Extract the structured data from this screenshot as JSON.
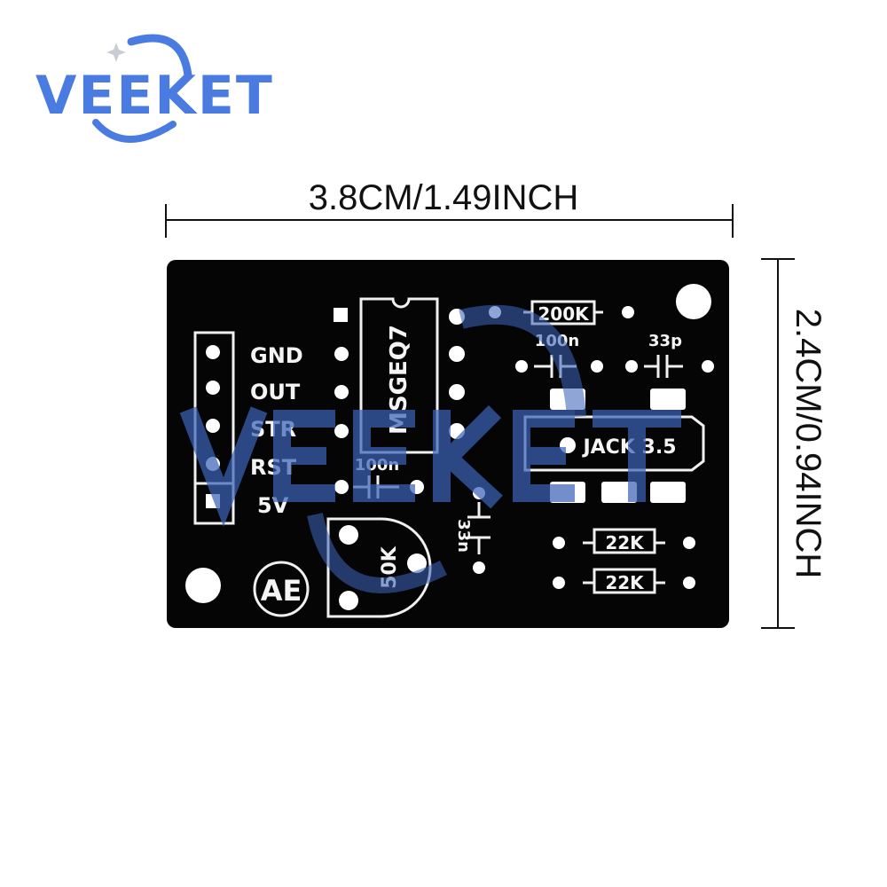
{
  "logo": {
    "text": "VEEKET",
    "color": "#4a7be0"
  },
  "dimensions": {
    "width_label": "3.8CM/1.49INCH",
    "height_label": "2.4CM/0.94INCH"
  },
  "pcb": {
    "board_color": "#050505",
    "header_labels": [
      "GND",
      "OUT",
      "STR",
      "RST",
      "5V"
    ],
    "ic_label": "MSGEQ7",
    "resistor_top": "200K",
    "cap_top_left": "100n",
    "cap_top_right": "33p",
    "jack_label": "JACK 3.5",
    "cap_bottom": "100n",
    "cap_vertical": "33n",
    "pot_label": "50K",
    "resistors_bottom": [
      "22K",
      "22K"
    ],
    "maker_logo": "AE"
  },
  "watermark": {
    "text": "VEEKET",
    "color": "#3b63b8"
  }
}
